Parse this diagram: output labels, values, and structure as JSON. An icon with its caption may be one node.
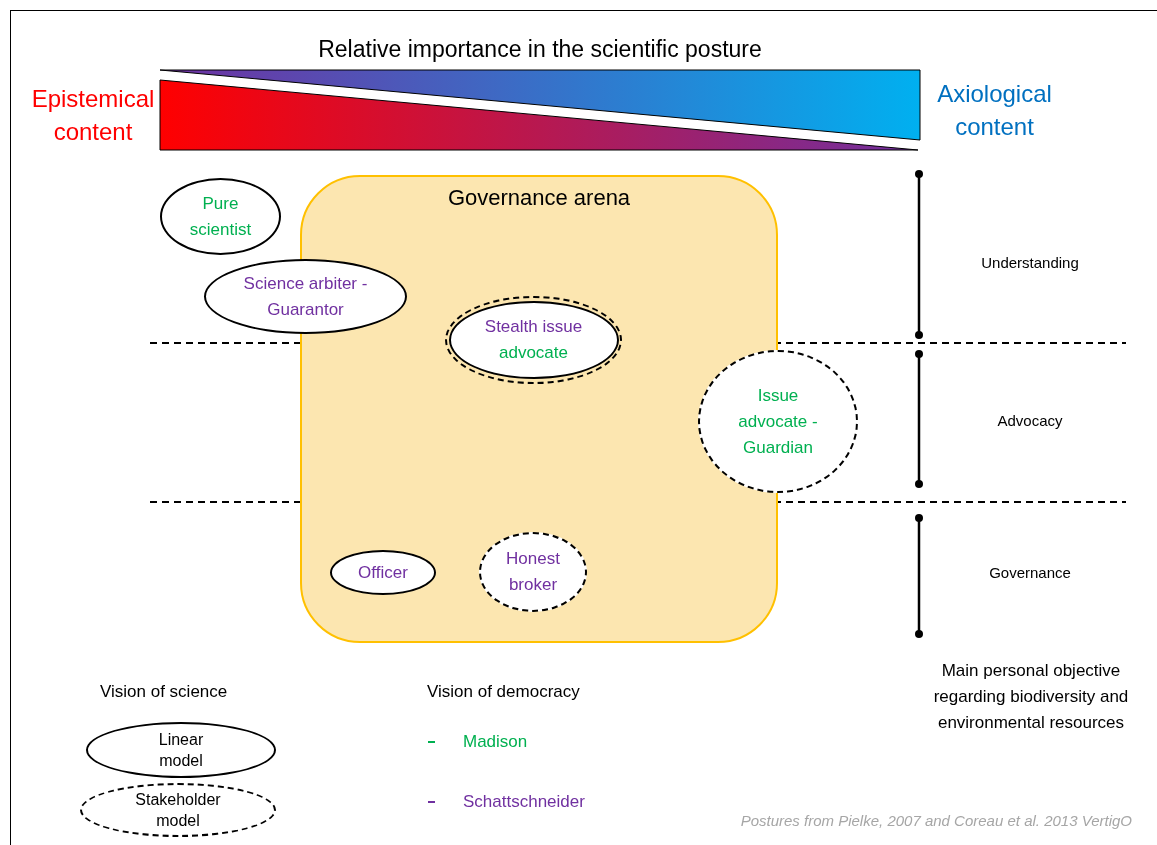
{
  "diagram": {
    "title": "Relative importance in the scientific posture",
    "caption": "Postures from Pielke, 2007 and Coreau et al. 2013 VertigO",
    "nodes": [
      {
        "text": [
          "Governance arena"
        ]
      },
      {
        "text": [
          "Pure scientist"
        ]
      },
      {
        "text": [
          "Science arbiter - Guarantor"
        ]
      },
      {
        "text": [
          "Stealth issue advocate"
        ],
        "in": 0
      },
      {
        "text": [
          "Issue advocate - Guardian"
        ]
      },
      {
        "text": [
          "Officer"
        ],
        "in": 0
      },
      {
        "text": [
          "Honest broker"
        ],
        "in": 0
      }
    ],
    "edges": [],
    "labels": [
      "Epistemical content",
      "Axiological content",
      "Understanding",
      "Advocacy",
      "Governance",
      "Main personal objective regarding biodiversity and environmental resources",
      "Vision of science",
      "Vision of democracy"
    ],
    "legend": [
      {
        "text": "Linear model"
      },
      {
        "text": "Stakeholder model"
      },
      {
        "text": "Madison",
        "color": "#00b050"
      },
      {
        "text": "Schattschneider",
        "color": "#7030a0"
      }
    ]
  }
}
